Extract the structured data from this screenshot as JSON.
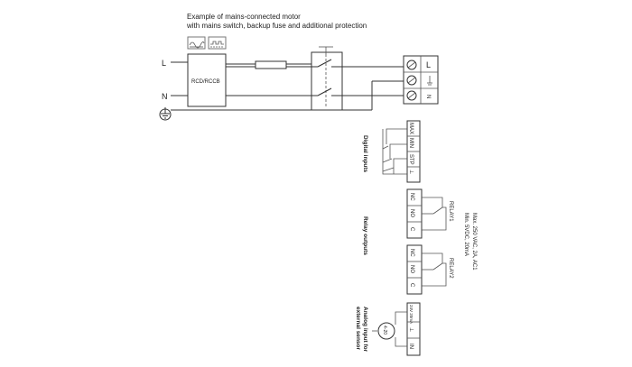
{
  "caption": {
    "line1": "Example of mains-connected motor",
    "line2": "with mains switch, backup fuse and additional protection"
  },
  "mains": {
    "line_label": "L",
    "neutral_label": "N"
  },
  "rcd": {
    "label": "RCD/RCCB"
  },
  "motor_terminal": {
    "line_label": "L",
    "neutral_label": "N"
  },
  "digital_inputs": {
    "title": "Digital inputs",
    "terminals": [
      "MAX",
      "MIN",
      "STP",
      "⊥"
    ]
  },
  "relay_outputs": {
    "title": "Relay outputs",
    "relay1": {
      "name": "RELAY1",
      "terminals": [
        "NC",
        "NO",
        "C"
      ]
    },
    "relay2": {
      "name": "RELAY2",
      "terminals": [
        "NC",
        "NO",
        "C"
      ]
    },
    "ratings": [
      "Max. 250 VAC, 2A, AC1",
      "Min. 5VDC, 20mA"
    ]
  },
  "analog_input": {
    "title_line1": "Analog input for",
    "title_line2": "external sensor",
    "terminals": [
      "24V 20mA",
      "⊥",
      "IN"
    ],
    "sensor_symbol": "4-20"
  }
}
